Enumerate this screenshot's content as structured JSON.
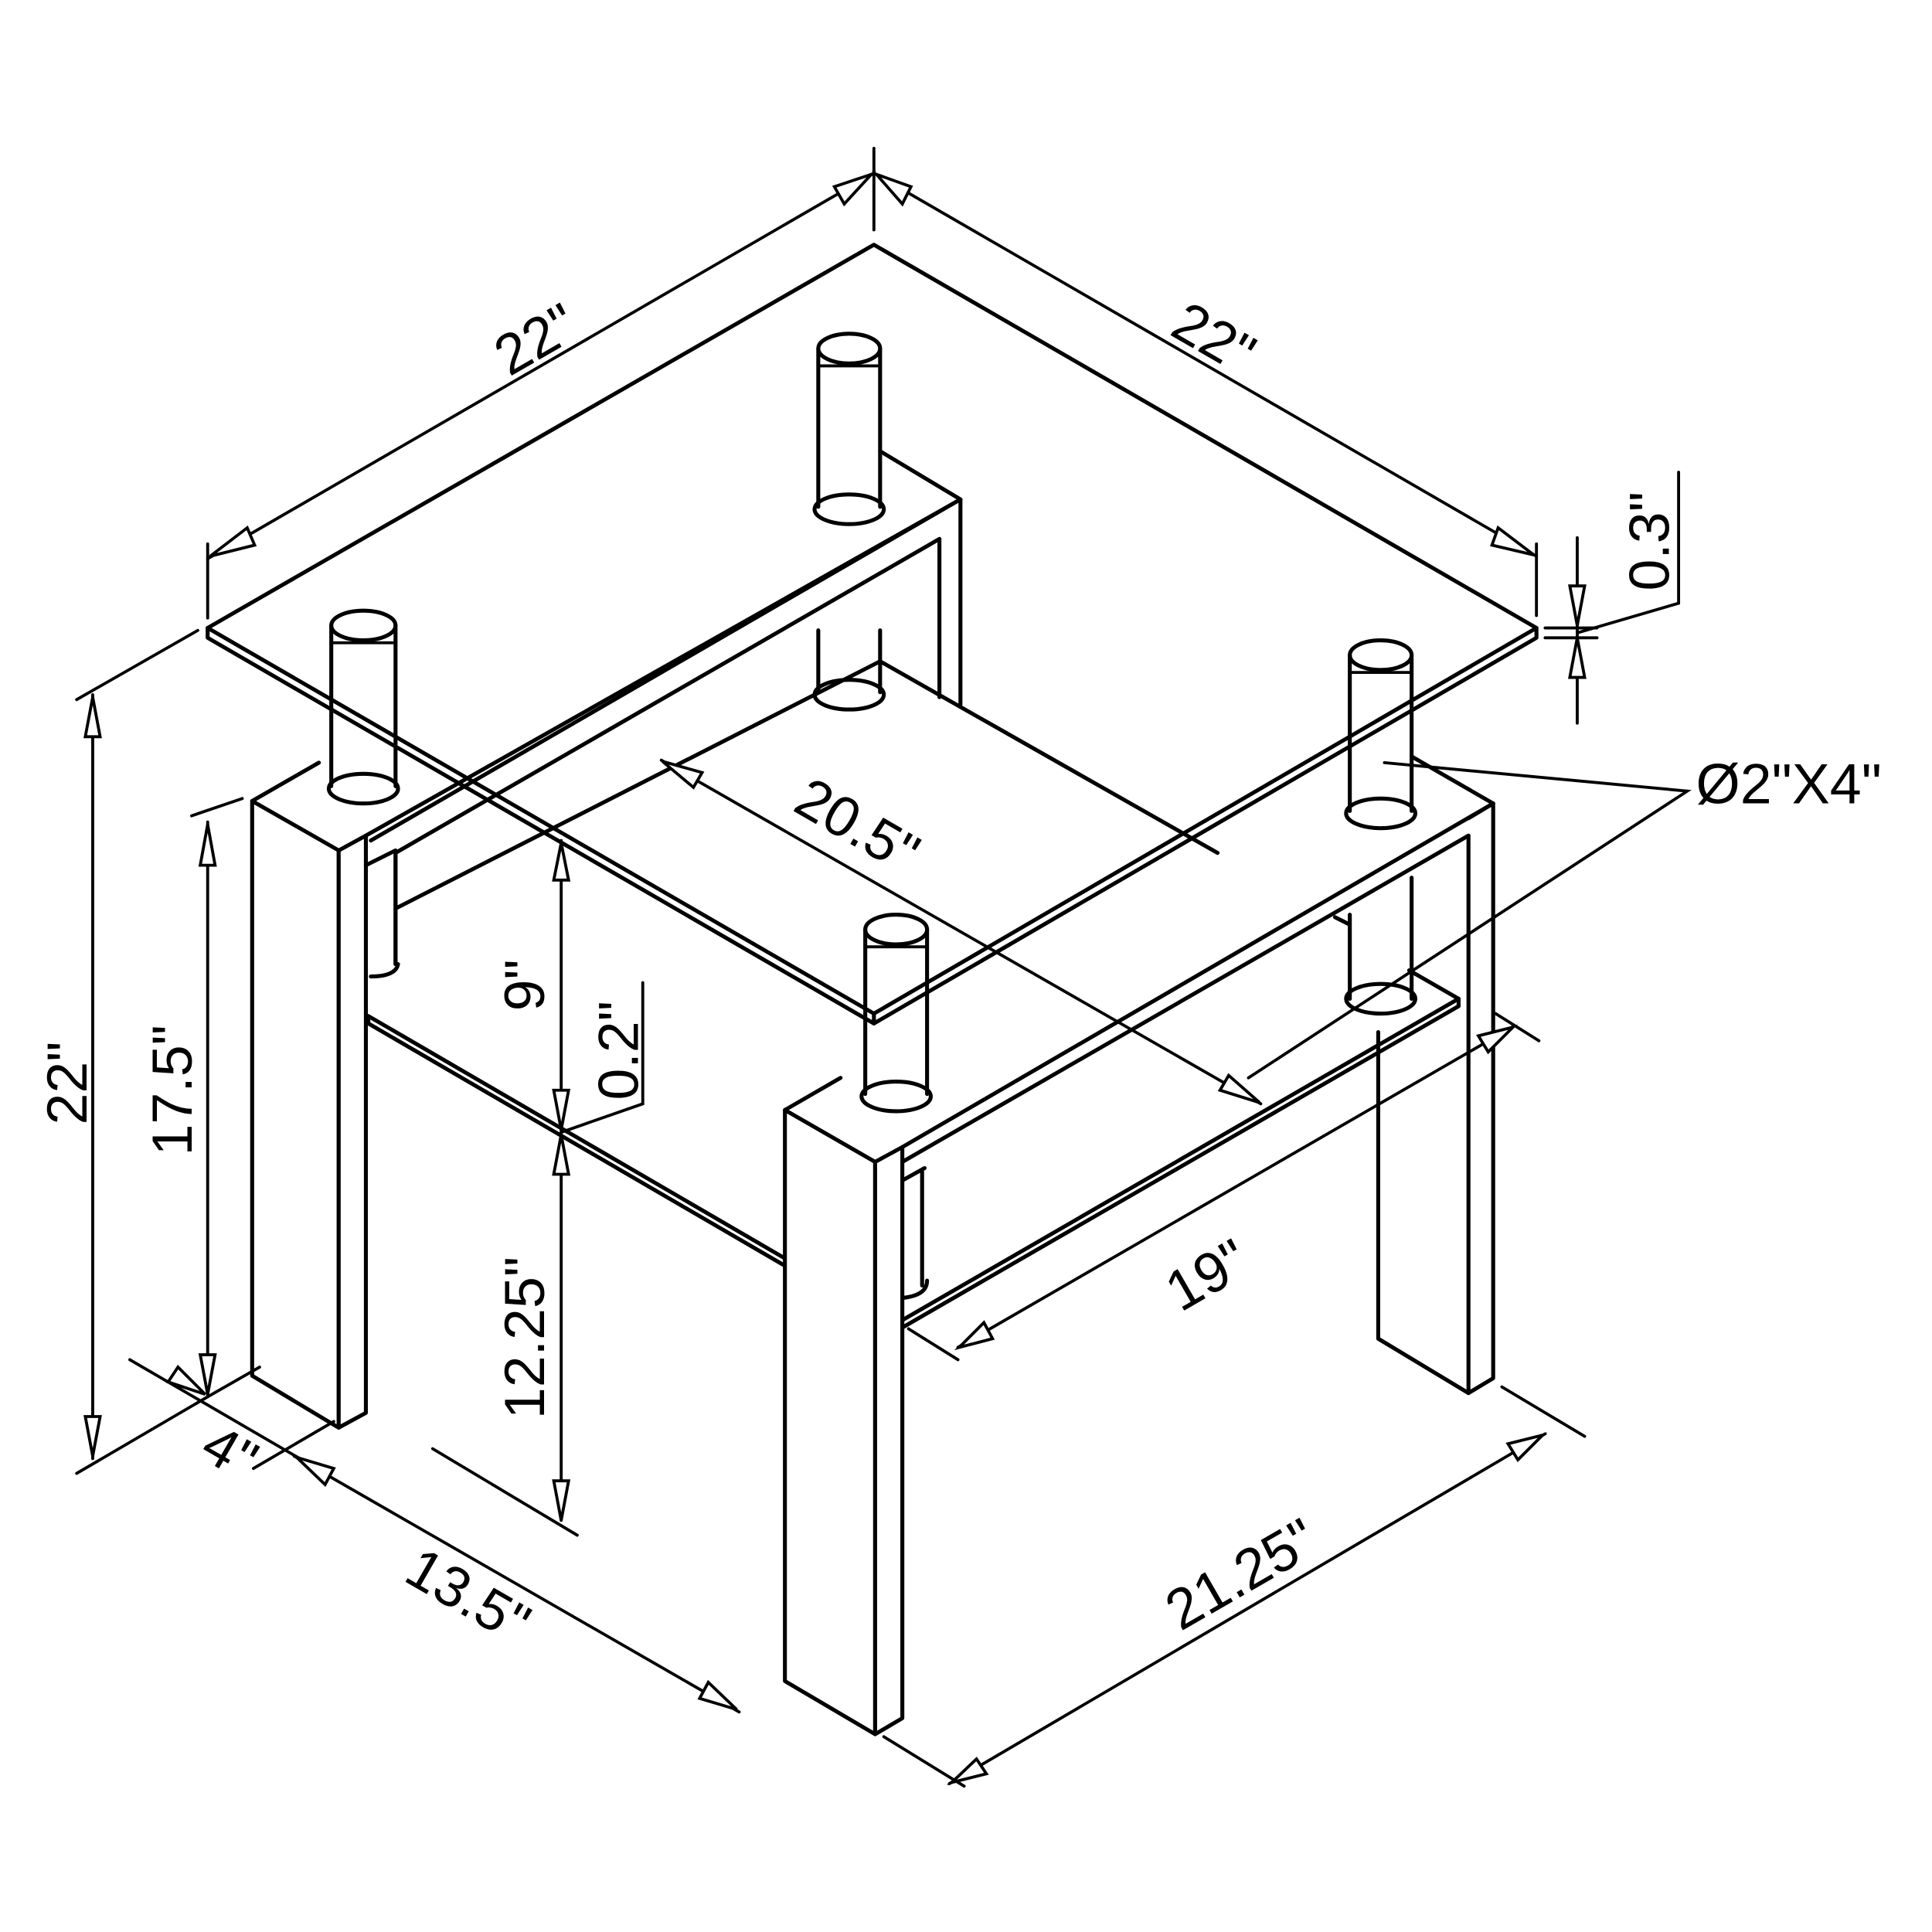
{
  "diagram": {
    "type": "isometric dimension drawing",
    "subject": "square glass-top end table with two-tier glass shelf and block legs",
    "line_color": "#000000",
    "background_color": "#ffffff"
  },
  "dimensions": {
    "top_width_left": "22\"",
    "top_width_right": "22\"",
    "glass_top_thickness": "0.3\"",
    "post_spec": "Ø2\"X4\"",
    "shelf_depth": "20.5\"",
    "shelf_width": "19\"",
    "shelf_glass_thickness": "0.2\"",
    "clearance_between_tiers": "9\"",
    "shelf_height_from_floor": "12.25\"",
    "leg_height": "17.5\"",
    "overall_height": "22\"",
    "leg_thickness": "4\"",
    "base_depth": "13.5\"",
    "base_width": "21.25\""
  }
}
